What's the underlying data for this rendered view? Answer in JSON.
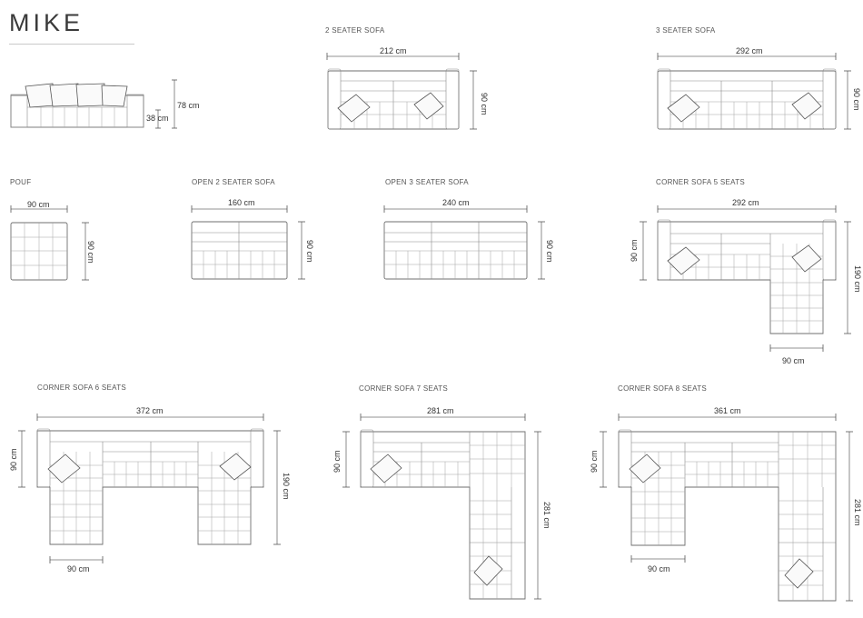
{
  "header": {
    "title": "MIKE"
  },
  "sections": {
    "side": {
      "height": "78 cm",
      "seat": "38 cm"
    },
    "two_seater": {
      "title": "2 SEATER SOFA",
      "width": "212 cm",
      "depth": "90 cm"
    },
    "three_seater": {
      "title": "3 SEATER SOFA",
      "width": "292 cm",
      "depth": "90 cm"
    },
    "pouf": {
      "title": "POUF",
      "width": "90 cm",
      "depth": "90 cm"
    },
    "open_two": {
      "title": "OPEN 2 SEATER SOFA",
      "width": "160 cm",
      "depth": "90 cm"
    },
    "open_three": {
      "title": "OPEN 3 SEATER SOFA",
      "width": "240 cm",
      "depth": "90 cm"
    },
    "corner5": {
      "title": "CORNER SOFA 5 SEATS",
      "width": "292 cm",
      "depth": "90 cm",
      "length": "190 cm",
      "chaise": "90 cm"
    },
    "corner6": {
      "title": "CORNER SOFA 6 SEATS",
      "width": "372 cm",
      "depth": "90 cm",
      "length": "190 cm",
      "chaise": "90 cm"
    },
    "corner7": {
      "title": "CORNER SOFA 7 SEATS",
      "width": "281 cm",
      "depth": "90 cm",
      "length": "281 cm"
    },
    "corner8": {
      "title": "CORNER SOFA 8 SEATS",
      "width": "361 cm",
      "depth": "90 cm",
      "length": "281 cm",
      "chaise": "90 cm"
    }
  },
  "colors": {
    "line": "#6f6f6f",
    "text": "#333333"
  }
}
